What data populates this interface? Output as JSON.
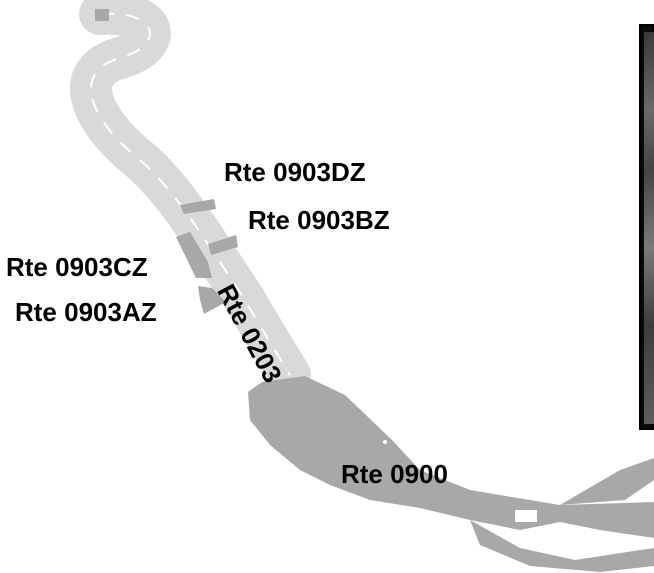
{
  "colors": {
    "background": "#ffffff",
    "road_light": "#d9d9d9",
    "road_dark": "#a8a8a8",
    "lane_dash": "#ffffff",
    "label_text": "#000000"
  },
  "labels": {
    "rte_0903dz": "Rte 0903DZ",
    "rte_0903bz": "Rte 0903BZ",
    "rte_0903cz": "Rte 0903CZ",
    "rte_0903az": "Rte 0903AZ",
    "rte_0203": "Rte 0203",
    "rte_0900": "Rte 0900"
  }
}
